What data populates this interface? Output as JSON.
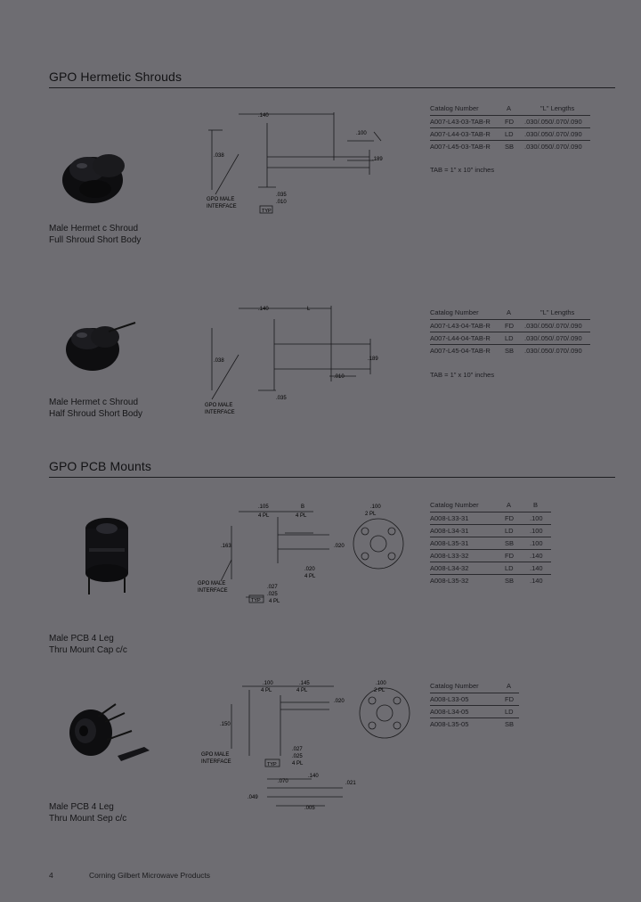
{
  "sections": [
    {
      "title": "GPO Hermetic Shrouds"
    },
    {
      "title": "GPO PCB Mounts"
    }
  ],
  "products": [
    {
      "caption_line1": "Male Hermet c Shroud",
      "caption_line2": "Full Shroud Short Body",
      "table": {
        "headers": [
          "Catalog Number",
          "A",
          "\"L\" Lengths"
        ],
        "rows": [
          [
            "A007-L43-03-TAB-R",
            "FD",
            ".030/.050/.070/.090"
          ],
          [
            "A007-L44-03-TAB-R",
            "LD",
            ".030/.050/.070/.090"
          ],
          [
            "A007-L45-03-TAB-R",
            "SB",
            ".030/.050/.070/.090"
          ]
        ],
        "note": "TAB = 1\" x 10\" inches"
      },
      "drawing": {
        "dims": {
          "d1": ".140",
          "d2": ".100",
          "d3": ".038",
          "d4": ".189",
          "d5": ".035",
          "d6": ".010"
        },
        "callout_1": "GPO MALE",
        "callout_2": "INTERFACE",
        "callout_3": "TYP"
      }
    },
    {
      "caption_line1": "Male Hermet c Shroud",
      "caption_line2": "Half Shroud Short Body",
      "table": {
        "headers": [
          "Catalog Number",
          "A",
          "\"L\" Lengths"
        ],
        "rows": [
          [
            "A007-L43-04-TAB-R",
            "FD",
            ".030/.050/.070/.090"
          ],
          [
            "A007-L44-04-TAB-R",
            "LD",
            ".030/.050/.070/.090"
          ],
          [
            "A007-L45-04-TAB-R",
            "SB",
            ".030/.050/.070/.090"
          ]
        ],
        "note": "TAB = 1\" x 10\" inches"
      },
      "drawing": {
        "dims": {
          "d1": ".140",
          "d2": "L",
          "d3": ".038",
          "d4": ".189",
          "d5": ".035",
          "d6": ".010"
        },
        "callout_1": "GPO MALE",
        "callout_2": "INTERFACE"
      }
    },
    {
      "caption_line1": "Male PCB 4 Leg",
      "caption_line2": "Thru Mount Cap c/c",
      "table": {
        "headers": [
          "Catalog Number",
          "A",
          "B"
        ],
        "rows": [
          [
            "A008-L33-31",
            "FD",
            ".100"
          ],
          [
            "A008-L34-31",
            "LD",
            ".100"
          ],
          [
            "A008-L35-31",
            "SB",
            ".100"
          ],
          [
            "A008-L33-32",
            "FD",
            ".140"
          ],
          [
            "A008-L34-32",
            "LD",
            ".140"
          ],
          [
            "A008-L35-32",
            "SB",
            ".140"
          ]
        ]
      },
      "drawing": {
        "dims": {
          "d1": ".105",
          "d2": "4 PL",
          "d3": "B",
          "d4": "4 PL",
          "d5": ".100",
          "d6": "2 PL",
          "d7": ".163",
          "d8": ".020",
          "d9": ".020",
          "d10": "4 PL",
          "d11": ".027",
          "d12": ".025",
          "d13": "4 PL"
        },
        "callout_1": "GPO MALE",
        "callout_2": "INTERFACE",
        "callout_3": "TYP"
      }
    },
    {
      "caption_line1": "Male PCB 4 Leg",
      "caption_line2": "Thru Mount Sep c/c",
      "table": {
        "headers": [
          "Catalog Number",
          "A"
        ],
        "rows": [
          [
            "A008-L33-05",
            "FD"
          ],
          [
            "A008-L34-05",
            "LD"
          ],
          [
            "A008-L35-05",
            "SB"
          ]
        ]
      },
      "drawing": {
        "dims": {
          "d1": ".100",
          "d2": "4 PL",
          "d3": ".145",
          "d4": "4 PL",
          "d5": ".100",
          "d6": "2 PL",
          "d7": ".020",
          "d8": ".150",
          "d9": ".027",
          "d10": ".025",
          "d11": "4 PL",
          "d12": ".070",
          "d13": ".140",
          "d14": ".049",
          "d15": ".005",
          "d16": ".021"
        },
        "callout_1": "GPO MALE",
        "callout_2": "INTERFACE",
        "callout_3": "TYP"
      }
    }
  ],
  "footer": {
    "page_number": "4",
    "company": "Corning Gilbert Microwave Products"
  }
}
